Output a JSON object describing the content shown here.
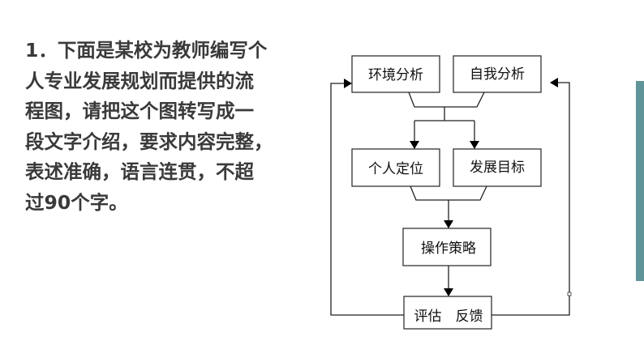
{
  "question": {
    "lines": [
      "1．下面是某校为教师编写个",
      "人专业发展规划而提供的流",
      "程图，请把这个图转写成一",
      "段文字介绍，要求内容完整，",
      "表述准确，语言连贯，不超",
      "过90个字。"
    ]
  },
  "flowchart": {
    "env_analysis": "环境分析",
    "self_analysis": "自我分析",
    "personal_position": "个人定位",
    "development_goal": "发展目标",
    "strategy": "操作策略",
    "evaluation_feedback": "评估　反馈"
  },
  "colors": {
    "accent_bar": "#5f9498",
    "text": "#3a3a3a"
  }
}
